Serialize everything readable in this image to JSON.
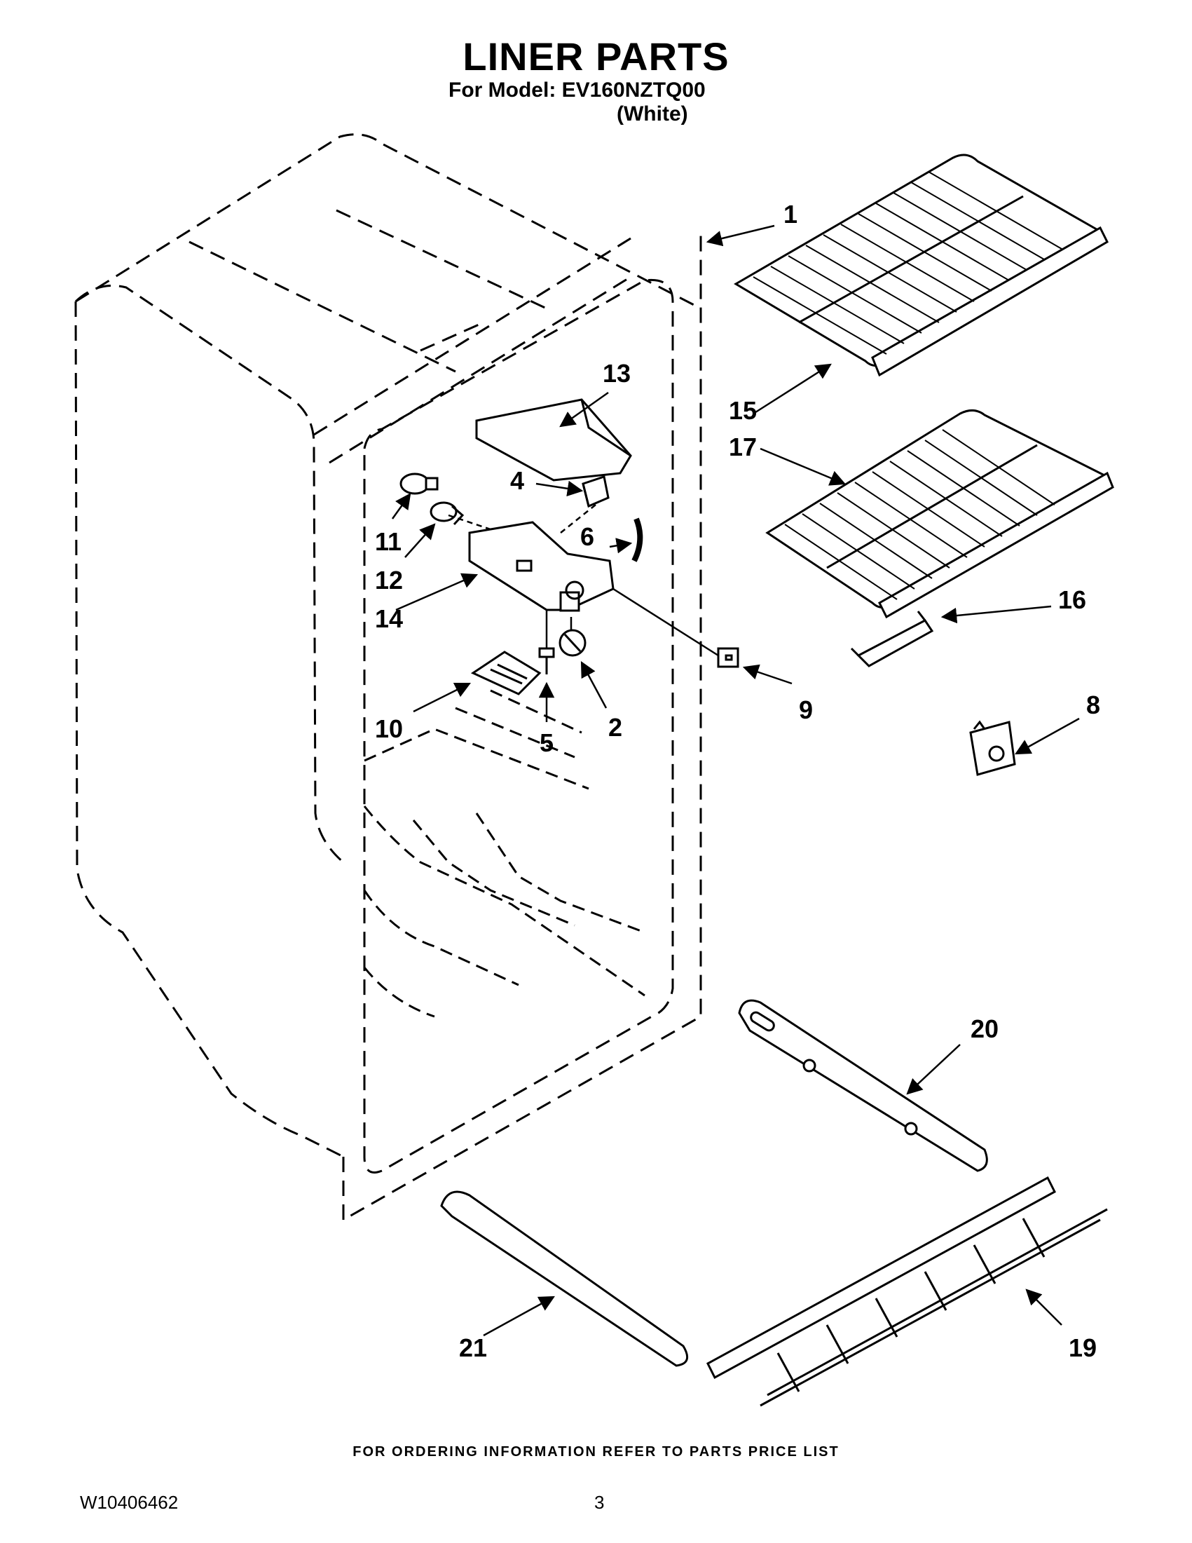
{
  "header": {
    "title": "LINER PARTS",
    "model_line": "For Model: EV160NZTQ00",
    "color": "(White)"
  },
  "footer": {
    "ordering_note": "FOR ORDERING INFORMATION REFER TO PARTS PRICE LIST",
    "document_number": "W10406462",
    "page_number": "3"
  },
  "callouts": [
    "1",
    "2",
    "4",
    "5",
    "6",
    "8",
    "9",
    "10",
    "11",
    "12",
    "13",
    "14",
    "15",
    "16",
    "17",
    "19",
    "20",
    "21"
  ],
  "colors": {
    "ink": "#000000",
    "paper": "#ffffff"
  }
}
